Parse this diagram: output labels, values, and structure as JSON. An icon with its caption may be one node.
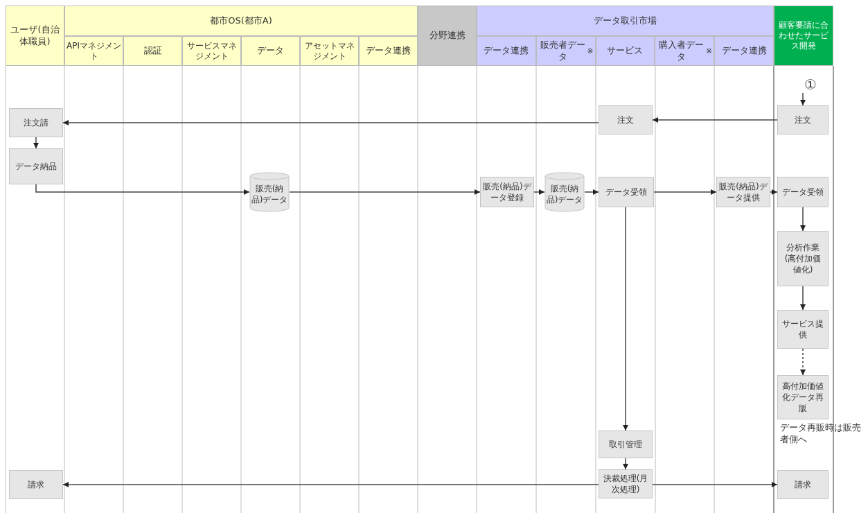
{
  "diagram": {
    "nodes": [
      {
        "text": [
          "注文請"
        ]
      },
      {
        "text": [
          "データ納品"
        ]
      },
      {
        "text": [
          "販売(納品)データ"
        ]
      },
      {
        "text": [
          "販売(納品)データ登録"
        ]
      },
      {
        "text": [
          "販売(納品)データ"
        ]
      },
      {
        "text": [
          "注文"
        ]
      },
      {
        "text": [
          "データ受領"
        ]
      },
      {
        "text": [
          "販売(納品)データ提供"
        ]
      },
      {
        "text": [
          "①"
        ]
      },
      {
        "text": [
          "注文"
        ]
      },
      {
        "text": [
          "データ受領"
        ]
      },
      {
        "text": [
          "分析作業(高付加価値化)"
        ]
      },
      {
        "text": [
          "サービス提供"
        ]
      },
      {
        "text": [
          "高付加価値化データ再販"
        ],
        "beside": [
          "データ再販時は販売者側へ"
        ]
      },
      {
        "text": [
          "取引管理"
        ]
      },
      {
        "text": [
          "決裁処理(月次処理)"
        ]
      },
      {
        "text": [
          "請求"
        ]
      },
      {
        "text": [
          "請求"
        ]
      }
    ],
    "edges": [
      {
        "from": 8,
        "to": 9,
        "arrow": "to"
      },
      {
        "from": 9,
        "to": 5,
        "arrow": "to"
      },
      {
        "from": 5,
        "to": 0,
        "arrow": "to"
      },
      {
        "from": 0,
        "to": 1,
        "arrow": "to"
      },
      {
        "from": 1,
        "to": 2,
        "arrow": "to"
      },
      {
        "from": 2,
        "to": 3,
        "arrow": "to"
      },
      {
        "from": 3,
        "to": 4,
        "arrow": "to"
      },
      {
        "from": 4,
        "to": 6,
        "arrow": "to"
      },
      {
        "from": 6,
        "to": 7,
        "arrow": "to"
      },
      {
        "from": 7,
        "to": 10,
        "arrow": "to"
      },
      {
        "from": 10,
        "to": 11,
        "arrow": "to"
      },
      {
        "from": 11,
        "to": 12,
        "arrow": "to"
      },
      {
        "from": 12,
        "to": 13,
        "arrow": "to",
        "style": "dashed"
      },
      {
        "from": 6,
        "to": 14,
        "arrow": "to"
      },
      {
        "from": 14,
        "to": 15,
        "arrow": "to"
      },
      {
        "from": 15,
        "to": 16,
        "arrow": "to"
      },
      {
        "from": 15,
        "to": 17,
        "arrow": "to"
      }
    ],
    "labels": [
      "ユーザ(自治体職員)",
      "都市OS(都市A)",
      "分野連携",
      "データ取引市場",
      "顧客要請に合わせたサービス開発",
      "APIマネジメント",
      "認証",
      "サービスマネジメント",
      "データ",
      "アセットマネジメント",
      "データ連携",
      "データ連携",
      "販売者データ$^{※}$",
      "サービス",
      "購入者データ$^{※}$",
      "データ連携"
    ]
  }
}
